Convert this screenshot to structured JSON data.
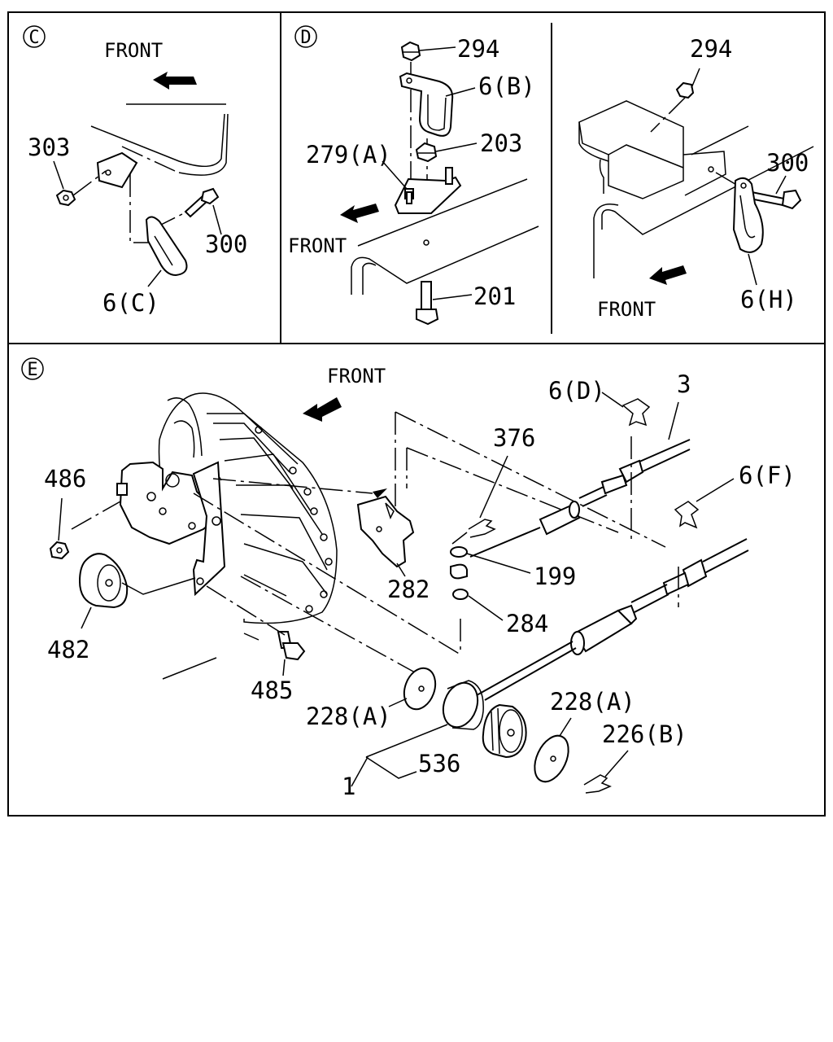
{
  "panels": {
    "c": {
      "letter": "C",
      "front": "FRONT",
      "labels": {
        "l303": "303",
        "l300": "300",
        "l6c": "6(C)"
      }
    },
    "d": {
      "letter": "D",
      "front": "FRONT",
      "labels": {
        "l294": "294",
        "l6b": "6(B)",
        "l203": "203",
        "l279a": "279(A)",
        "l201": "201"
      }
    },
    "h": {
      "front": "FRONT",
      "labels": {
        "l294": "294",
        "l300": "300",
        "l6h": "6(H)"
      }
    },
    "e": {
      "letter": "E",
      "front": "FRONT",
      "labels": {
        "l6d": "6(D)",
        "l3": "3",
        "l376": "376",
        "l486": "486",
        "l6f": "6(F)",
        "l199": "199",
        "l282": "282",
        "l284": "284",
        "l482": "482",
        "l485": "485",
        "l228a1": "228(A)",
        "l228a2": "228(A)",
        "l226b": "226(B)",
        "l536": "536",
        "l1": "1"
      }
    }
  },
  "icons": [
    "front-arrow-icon",
    "circled-letter-icon"
  ]
}
